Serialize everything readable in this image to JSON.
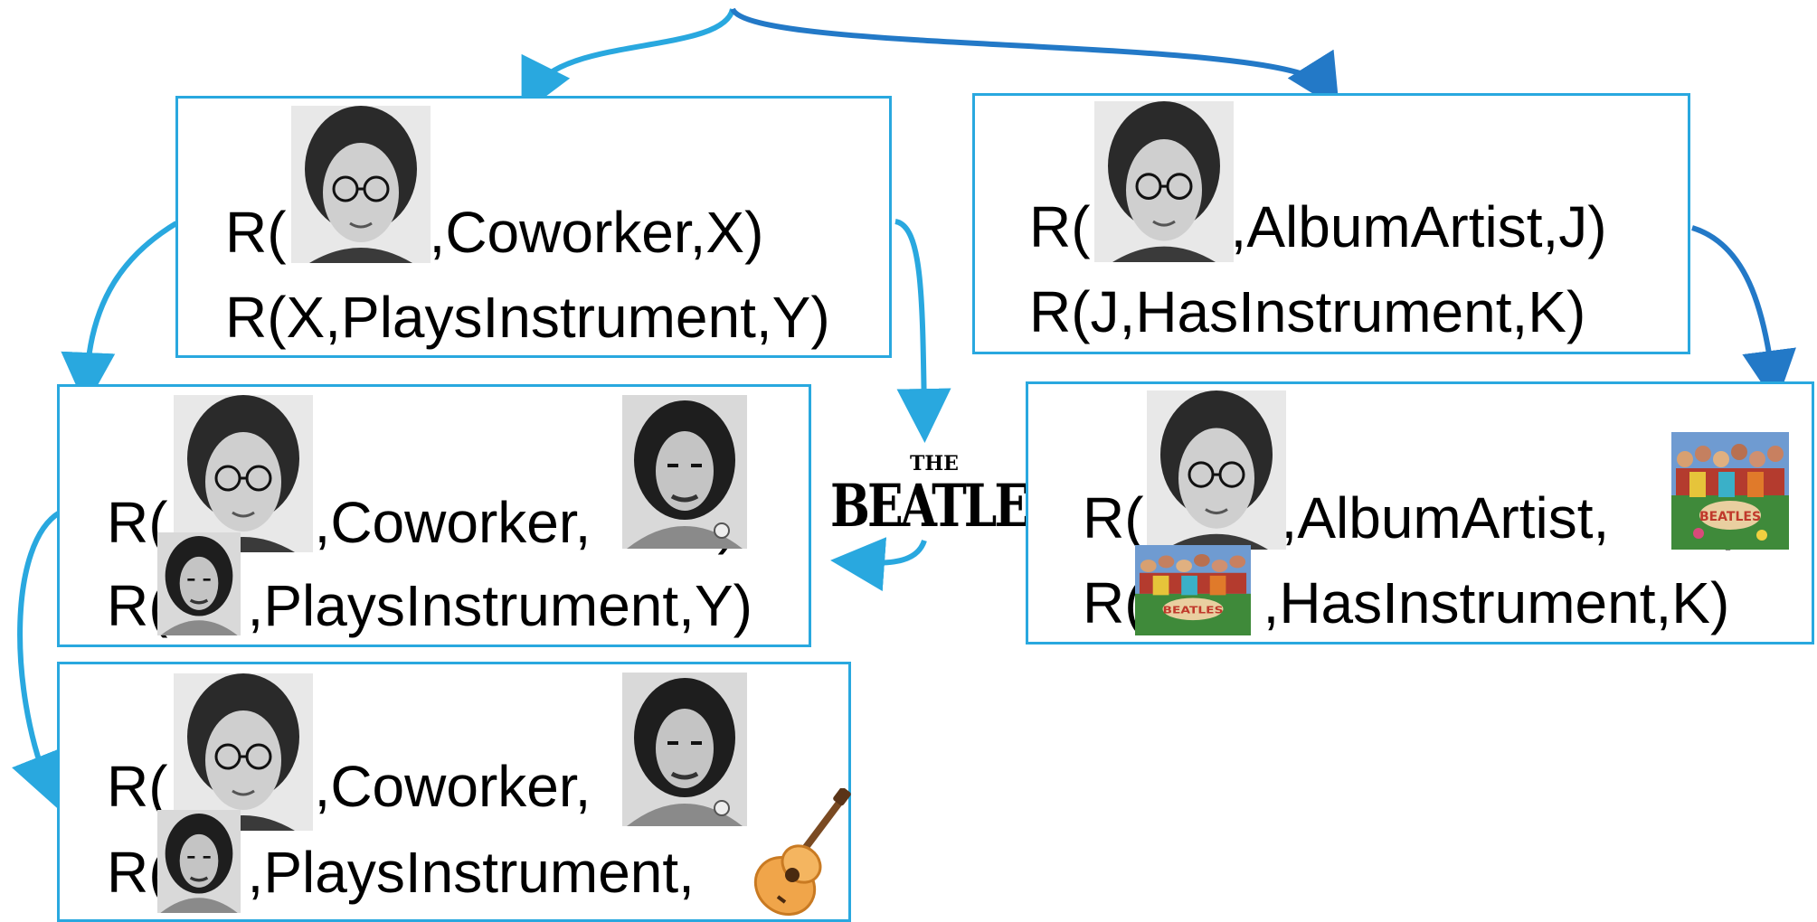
{
  "boxes": {
    "top_left": {
      "line1": [
        "R(",
        ",Coworker,X)"
      ],
      "line2": "R(X,PlaysInstrument,Y)"
    },
    "top_right": {
      "line1": [
        "R(",
        ",AlbumArtist,J)"
      ],
      "line2": "R(J,HasInstrument,K)"
    },
    "mid_left": {
      "line1": [
        "R(",
        ",Coworker,",
        ")"
      ],
      "line2": [
        "R(",
        ",PlaysInstrument,Y)"
      ]
    },
    "mid_right": {
      "line1": [
        "R(",
        ",AlbumArtist,",
        ")"
      ],
      "line2": [
        "R(",
        ",HasInstrument,K)"
      ]
    },
    "bottom_left": {
      "line1": [
        "R(",
        ",Coworker,",
        ")"
      ],
      "line2": [
        "R(",
        ",PlaysInstrument,",
        ")"
      ]
    }
  },
  "logo": {
    "the": "THE",
    "name": "BEATLES"
  },
  "colors": {
    "box_border": "#29a8df",
    "arrow_light": "#29a8df",
    "arrow_dark": "#2379c7"
  },
  "icons": [
    "john-lennon-photo",
    "george-harrison-photo",
    "sgt-pepper-album-cover",
    "acoustic-guitar-icon"
  ]
}
